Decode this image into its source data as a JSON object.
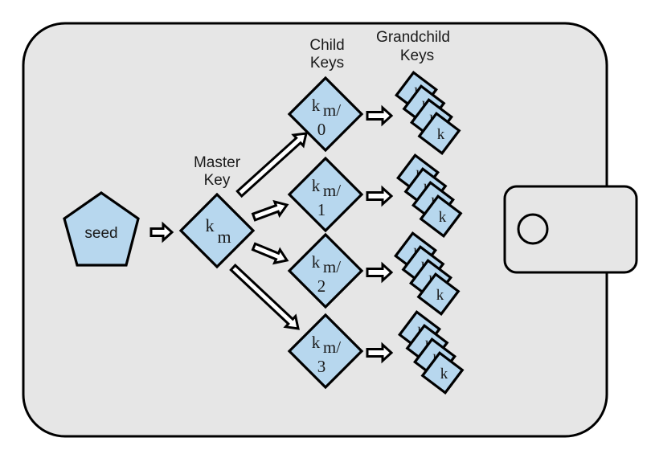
{
  "diagram": {
    "title": "HD wallet key derivation",
    "colors": {
      "wallet_fill": "#e6e6e6",
      "node_fill": "#b7d7ee",
      "stroke": "#000000"
    },
    "seed": {
      "label": "seed"
    },
    "master": {
      "heading_line1": "Master",
      "heading_line2": "Key",
      "symbol": "k",
      "subscript": "m"
    },
    "children": {
      "heading_line1": "Child",
      "heading_line2": "Keys",
      "items": [
        {
          "symbol": "k",
          "subscript": "m",
          "path": "/",
          "index": "0"
        },
        {
          "symbol": "k",
          "subscript": "m",
          "path": "/",
          "index": "1"
        },
        {
          "symbol": "k",
          "subscript": "m",
          "path": "/",
          "index": "2"
        },
        {
          "symbol": "k",
          "subscript": "m",
          "path": "/",
          "index": "3"
        }
      ]
    },
    "grandchildren": {
      "heading_line1": "Grandchild",
      "heading_line2": "Keys",
      "stack_count": 4,
      "keys_per_stack": 4,
      "symbol": "k"
    },
    "wallet": {
      "clasp": "wallet-clasp"
    }
  }
}
